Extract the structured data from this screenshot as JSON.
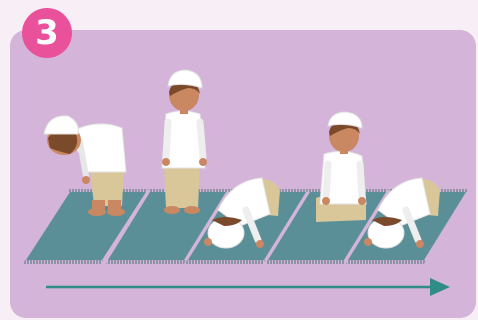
{
  "step": {
    "number": "3"
  },
  "colors": {
    "page_background": "#f8eef6",
    "card_background": "#d4b4d8",
    "badge": "#e9519b",
    "prayer_mat": "#5a8f97",
    "arrow": "#2f8c86",
    "cap_and_robe": "#ffffff",
    "trousers": "#d9c79a",
    "skin": "#c98762",
    "hair": "#7b4a2a"
  },
  "figures": [
    {
      "posture": "ruku-bowing"
    },
    {
      "posture": "qiyam-standing"
    },
    {
      "posture": "sujud-prostrating"
    },
    {
      "posture": "jalsa-sitting"
    },
    {
      "posture": "sujud-prostrating"
    }
  ],
  "arrow": {
    "direction": "right"
  }
}
